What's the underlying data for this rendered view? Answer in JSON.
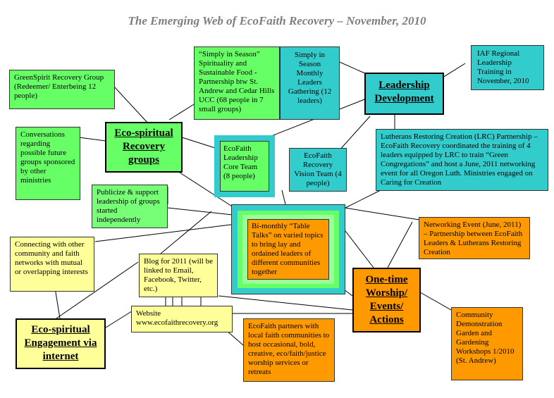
{
  "title": "The Emerging Web of EcoFaith Recovery – November, 2010",
  "nodes": {
    "simply_in_season": "“Simply in Season” Spirituality and Sustainable Food - Partnership btw St. Andrew and Cedar Hills UCC (68 people in 7 small groups)",
    "simply_in_season_leaders": "Simply in Season Monthly Leaders Gathering (12 leaders)",
    "leadership_development": "Leadership Development",
    "iaf_training": "IAF Regional Leadership Training in November, 2010",
    "greenspirit": "GreenSpirit Recovery Group (Redeemer/ Enterbeing 12 people)",
    "eco_spiritual_recovery": "Eco-spiritual Recovery groups",
    "conversations": "Conversations regarding possible future groups sponsored by other ministries",
    "core_team": "EcoFaith Leadership Core Team (8 people)",
    "vision_team": "EcoFaith Recovery Vision Team (4 people)",
    "lrc": "Lutherans Restoring Creation (LRC) Partnership – EcoFaith Recovery coordinated the training of 4 leaders equipped by LRC to train “Green Congregations” and host a June, 2011 networking event for all Oregon Luth. Ministries engaged on Caring for Creation",
    "publicize": "Publicize & support leadership of groups started independently",
    "table_talks": "Bi-monthly “Table Talks” on varied topics to bring lay and ordained leaders of different communities together",
    "networking_event": "Networking Event (June, 2011) – Partnership between EcoFaith Leaders & Lutherans Restoring Creation",
    "connecting": "Connecting with other community and faith networks with mutual or overlapping interests",
    "blog": "Blog for 2011 (will be linked to Email, Facebook, Twitter, etc.)",
    "one_time_worship": "One-time Worship/ Events/ Actions",
    "website": "Website www.ecofaithrecovery.org",
    "engagement_internet": "Eco-spiritual Engagement via internet",
    "partners_worship": "EcoFaith partners with local faith communities to host occasional, bold, creative, eco/faith/justice worship services or retreats",
    "garden_workshops": "Community Demonstration Garden and Gardening Workshops 1/2010 (St. Andrew)"
  },
  "colors": {
    "green": "#66ff66",
    "teal": "#33cccc",
    "yellow": "#ffff99",
    "orange": "#ff9900",
    "title_gray": "#7f7f7f"
  }
}
